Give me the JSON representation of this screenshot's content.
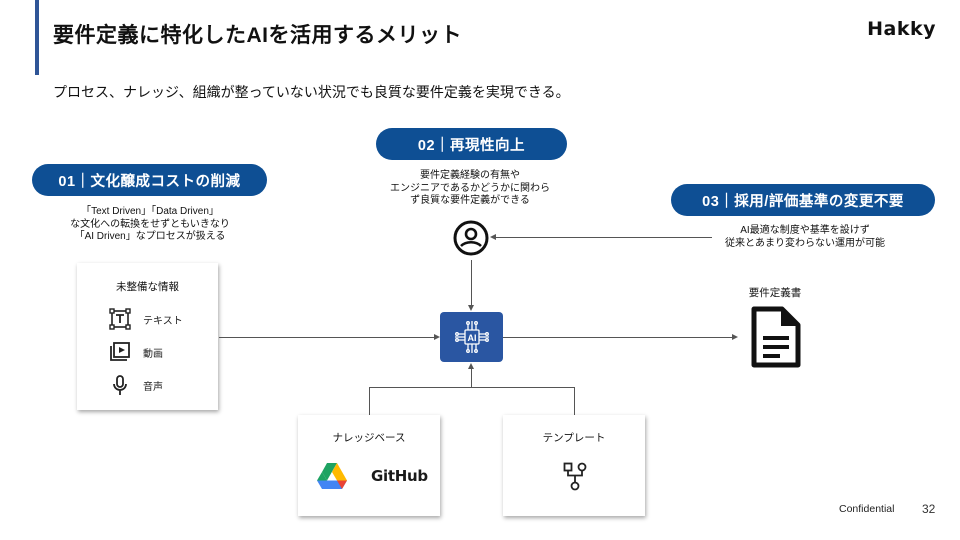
{
  "header": {
    "title": "要件定義に特化したAIを活用するメリット",
    "logo": "Hakky",
    "subtitle": "プロセス、ナレッジ、組織が整っていない状況でも良質な要件定義を実現できる。"
  },
  "benefits": [
    {
      "label": "01｜文化醸成コストの削減",
      "description": [
        "「Text Driven」「Data Driven」",
        "な文化への転換をせずともいきなり",
        "「AI Driven」なプロセスが扱える"
      ]
    },
    {
      "label": "02｜再現性向上",
      "description": [
        "要件定義経験の有無や",
        "エンジニアであるかどうかに関わら",
        "ず良質な要件定義ができる"
      ]
    },
    {
      "label": "03｜採用/評価基準の変更不要",
      "description": [
        "AI最適な制度や基準を設けず",
        "従来とあまり変わらない運用が可能"
      ]
    }
  ],
  "inputs_card": {
    "title": "未整備な情報",
    "items": [
      {
        "icon": "text-box-icon",
        "label": "テキスト"
      },
      {
        "icon": "video-library-icon",
        "label": "動画"
      },
      {
        "icon": "microphone-icon",
        "label": "音声"
      }
    ]
  },
  "knowledge_card": {
    "title": "ナレッジベース",
    "logos": [
      "google-drive-logo",
      "GitHub"
    ]
  },
  "template_card": {
    "title": "テンプレート",
    "icon": "flowchart-icon"
  },
  "center": {
    "ai_label": "AI",
    "user_icon": "user-circle-icon"
  },
  "output": {
    "label": "要件定義書",
    "icon": "document-icon"
  },
  "footer": {
    "confidential": "Confidential",
    "page_number": "32"
  },
  "colors": {
    "accent": "#2f5597",
    "pill": "#0e4f94",
    "ai_box": "#2a56a2"
  }
}
